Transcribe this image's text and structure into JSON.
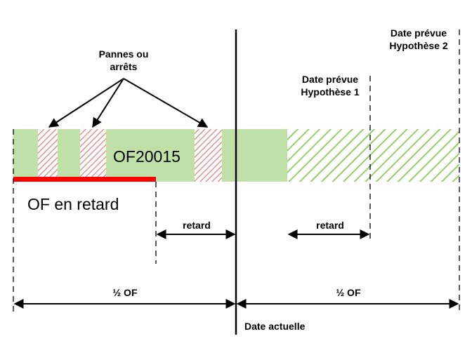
{
  "labels": {
    "pannes_line1": "Pannes ou",
    "pannes_line2": "arrêts",
    "date_h1_line1": "Date prévue",
    "date_h1_line2": "Hypothèse 1",
    "date_h2_line1": "Date prévue",
    "date_h2_line2": "Hypothèse 2",
    "of_number": "OF20015",
    "of_late": "OF en retard",
    "retard_left": "retard",
    "retard_right": "retard",
    "half_left": "½ OF",
    "half_right": "½ OF",
    "date_actuelle": "Date actuelle"
  },
  "colors": {
    "bar_green": "#bfe0a6",
    "hatch_green": "#94cf69",
    "hatch_red": "#e07070",
    "late_red": "#ff0000"
  }
}
